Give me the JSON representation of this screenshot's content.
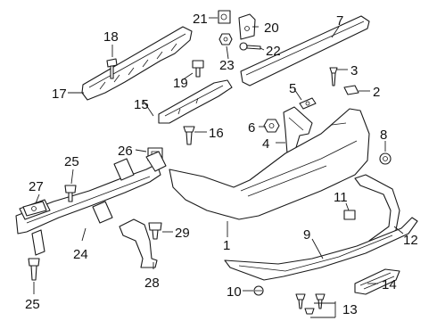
{
  "callouts": {
    "c1": "1",
    "c2": "2",
    "c3": "3",
    "c4": "4",
    "c5": "5",
    "c6": "6",
    "c7": "7",
    "c8": "8",
    "c9": "9",
    "c10": "10",
    "c11": "11",
    "c12": "12",
    "c13": "13",
    "c14": "14",
    "c15": "15",
    "c16": "16",
    "c17": "17",
    "c18": "18",
    "c19": "19",
    "c20": "20",
    "c21": "21",
    "c22": "22",
    "c23": "23",
    "c24": "24",
    "c25a": "25",
    "c25b": "25",
    "c26": "26",
    "c27": "27",
    "c28": "28",
    "c29": "29"
  }
}
